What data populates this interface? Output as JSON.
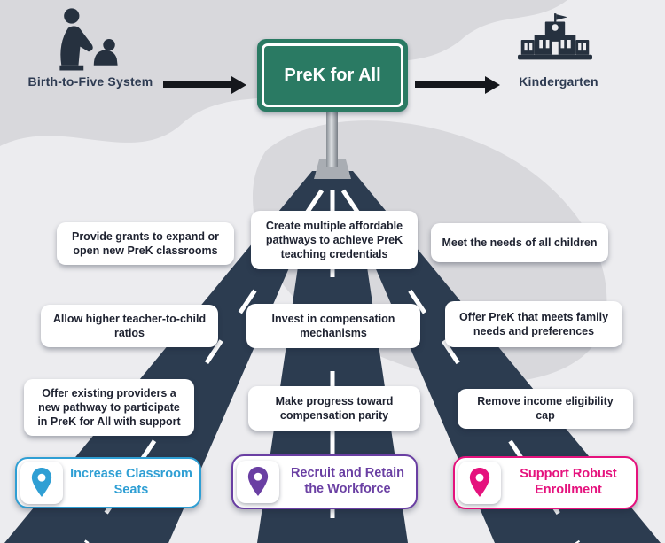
{
  "flow": {
    "left_label": "Birth-to-Five System",
    "sign_label": "PreK for All",
    "right_label": "Kindergarten"
  },
  "columns": [
    {
      "goal": "Increase Classroom Seats",
      "color": "#2f9fd4",
      "cards": [
        "Provide grants to expand or open new PreK classrooms",
        "Allow higher teacher-to-child ratios",
        "Offer existing providers a new pathway to participate in PreK for All with support"
      ]
    },
    {
      "goal": "Recruit and Retain the Workforce",
      "color": "#6a3fa3",
      "cards": [
        "Create multiple affordable pathways to achieve PreK teaching credentials",
        "Invest in compensation mechanisms",
        "Make progress toward compensation parity"
      ]
    },
    {
      "goal": "Support Robust Enrollment",
      "color": "#e5127d",
      "cards": [
        "Meet the needs of all children",
        "Offer PreK that meets family needs and preferences",
        "Remove income eligibility cap"
      ]
    }
  ],
  "colors": {
    "road": "#2c3c50",
    "sign_green": "#2a7a63",
    "map_gray": "#d8d8dc",
    "background": "#ececef"
  }
}
